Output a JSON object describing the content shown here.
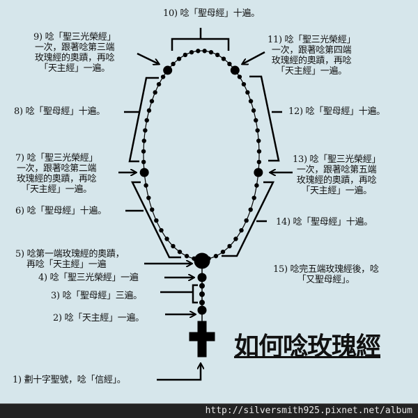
{
  "title": "如何唸玫瑰經",
  "footer_url": "http://silversmith925.pixnet.net/album",
  "steps": {
    "s1": "1) 劃十字聖號，唸「信經」。",
    "s2": "2) 唸「天主經」一遍。",
    "s3": "3) 唸「聖母經」三遍。",
    "s4": "4) 唸「聖三光榮經」一遍",
    "s5a": "5) 唸第一端玫瑰經的奧蹟，",
    "s5b": "再唸「天主經」一遍",
    "s6": "6) 唸「聖母經」十遍。",
    "s7a": "7) 唸「聖三光榮經」",
    "s7b": "一次，跟著唸第二端",
    "s7c": "玫瑰經的奧蹟，再唸",
    "s7d": "「天主經」一遍。",
    "s8": "8) 唸「聖母經」十遍。",
    "s9a": "9) 唸「聖三光榮經」",
    "s9b": "一次，跟著唸第三端",
    "s9c": "玫瑰經的奧蹟，再唸",
    "s9d": "「天主經」一遍。",
    "s10": "10) 唸「聖母經」十遍。",
    "s11a": "11) 唸「聖三光榮經」",
    "s11b": "一次，跟著唸第四端",
    "s11c": "玫瑰經的奧蹟，再唸",
    "s11d": "「天主經」一遍。",
    "s12": "12) 唸「聖母經」十遍。",
    "s13a": "13) 唸「聖三光榮經」",
    "s13b": "一次，跟著唸第五端",
    "s13c": "玫瑰經的奧蹟，再唸",
    "s13d": "「天主經」一遍。",
    "s14": "14) 唸「聖母經」十遍。",
    "s15a": "15) 唸完五端玫瑰經後，唸",
    "s15b": "「又聖母經」。"
  },
  "colors": {
    "background": "#d6e6eb",
    "ink": "#000000",
    "footer": "#232323"
  }
}
